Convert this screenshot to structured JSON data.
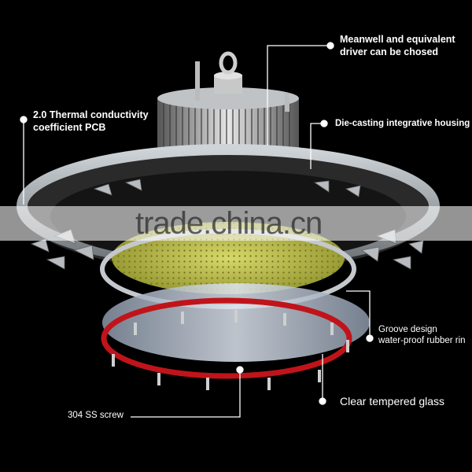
{
  "callouts": {
    "driver_line1": "Meanwell and equivalent",
    "driver_line2": "driver can be chosed",
    "pcb_line1": "2.0  Thermal conductivity",
    "pcb_line2": "coefficient PCB",
    "housing": "Die-casting integrative housing",
    "groove_line1": "Groove design",
    "groove_line2": "water-proof rubber rin",
    "glass": "Clear  tempered glass",
    "screw": "304 SS screw"
  },
  "watermark": "trade.china.cn",
  "colors": {
    "background": "#000000",
    "ring_red": "#c0141a",
    "pcb_yellow": "#b9bb37",
    "metal": "#9aa0a6"
  }
}
